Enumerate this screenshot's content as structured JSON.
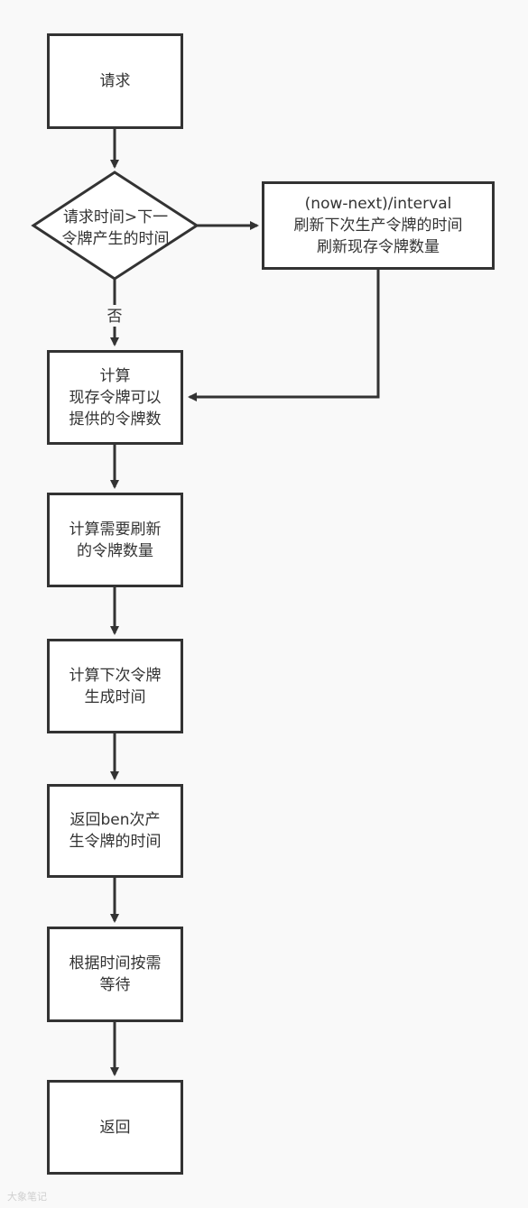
{
  "nodes": {
    "request": {
      "lines": [
        "请求"
      ]
    },
    "decision": {
      "lines": [
        "请求时间>下一",
        "令牌产生的时间"
      ]
    },
    "refresh": {
      "lines": [
        "(now-next)/interval",
        "刷新下次生产令牌的时间",
        "刷新现存令牌数量"
      ]
    },
    "calc_available": {
      "lines": [
        "计算",
        "现存令牌可以",
        "提供的令牌数"
      ]
    },
    "calc_refresh": {
      "lines": [
        "计算需要刷新",
        "的令牌数量"
      ]
    },
    "calc_next": {
      "lines": [
        "计算下次令牌",
        "生成时间"
      ]
    },
    "return_time": {
      "lines": [
        "返回ben次产",
        "生令牌的时间"
      ]
    },
    "wait": {
      "lines": [
        "根据时间按需",
        "等待"
      ]
    },
    "return": {
      "lines": [
        "返回"
      ]
    }
  },
  "edge_labels": {
    "no": "否"
  },
  "watermark": "大象笔记",
  "colors": {
    "stroke": "#333333",
    "fill": "#ffffff",
    "background": "#f9f9f9"
  }
}
